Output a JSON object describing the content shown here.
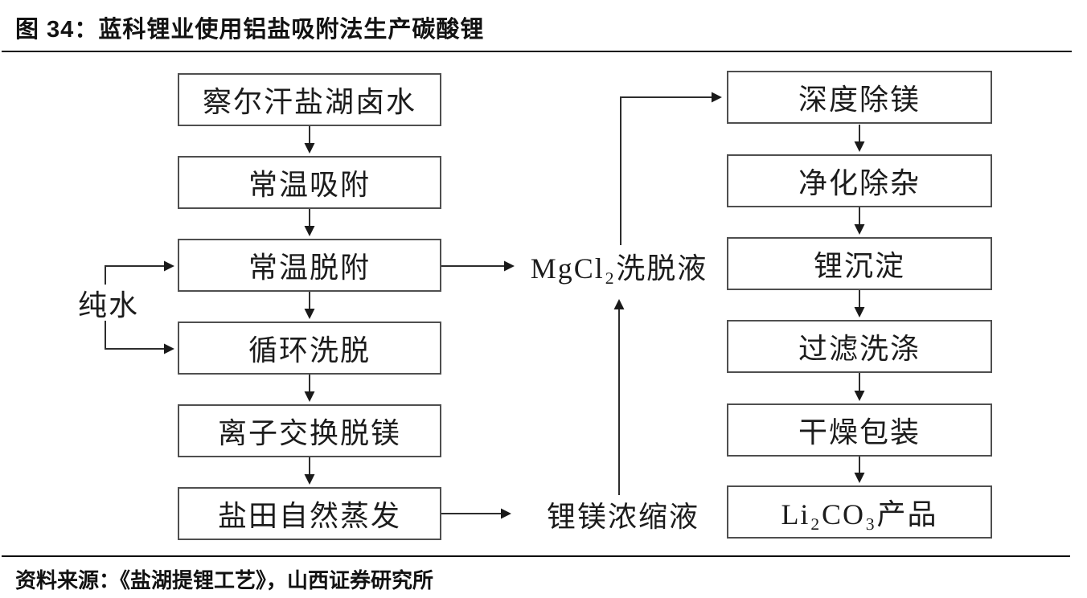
{
  "page": {
    "title": "图 34：蓝科锂业使用铝盐吸附法生产碳酸锂",
    "source": "资料来源：《盐湖提锂工艺》，山西证券研究所"
  },
  "flowchart": {
    "left_column": [
      "察尔汗盐湖卤水",
      "常温吸附",
      "常温脱附",
      "循环洗脱",
      "离子交换脱镁",
      "盐田自然蒸发"
    ],
    "right_column": [
      "深度除镁",
      "净化除杂",
      "锂沉淀",
      "过滤洗涤",
      "干燥包装",
      "Li₂CO₃产品"
    ],
    "labels": {
      "pure_water": "纯水",
      "mgcl2_eluate": "MgCl₂洗脱液",
      "li_mg_concentrate": "锂镁浓缩液"
    },
    "edges": [
      "察尔汗盐湖卤水 → 常温吸附",
      "常温吸附 → 常温脱附",
      "常温脱附 → 循环洗脱",
      "循环洗脱 → 离子交换脱镁",
      "离子交换脱镁 → 盐田自然蒸发",
      "纯水 → 常温脱附",
      "纯水 → 循环洗脱",
      "常温脱附 → MgCl₂洗脱液",
      "盐田自然蒸发 → 锂镁浓缩液",
      "锂镁浓缩液 → MgCl₂洗脱液",
      "MgCl₂洗脱液 → 深度除镁",
      "深度除镁 → 净化除杂",
      "净化除杂 → 锂沉淀",
      "锂沉淀 → 过滤洗涤",
      "过滤洗涤 → 干燥包装",
      "干燥包装 → Li₂CO₃产品"
    ]
  },
  "colors": {
    "background": "#ffffff",
    "text": "#1c1c1c",
    "box_border": "#4f4f4f",
    "connector": "#2d2d2d",
    "divider": "#0c0c0c"
  }
}
